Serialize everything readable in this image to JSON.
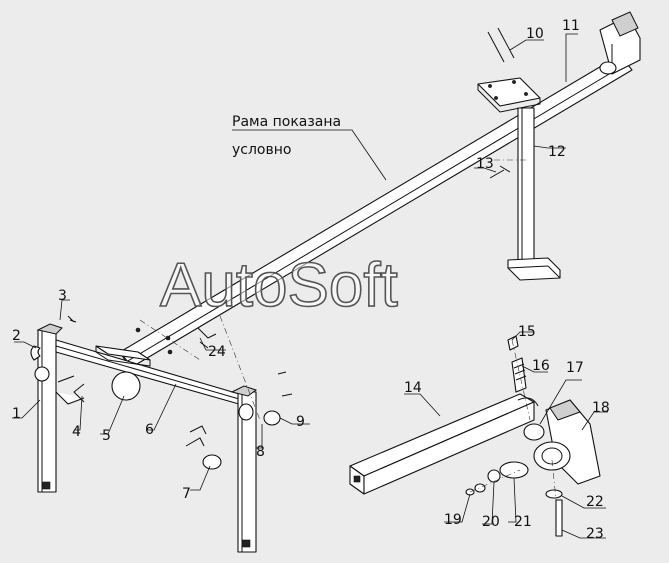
{
  "note": {
    "line1": "Рама показана",
    "line2": "условно"
  },
  "watermark": "AutoSoft",
  "callouts": [
    "1",
    "2",
    "3",
    "4",
    "5",
    "6",
    "7",
    "8",
    "9",
    "10",
    "11",
    "12",
    "13",
    "14",
    "15",
    "16",
    "17",
    "18",
    "19",
    "20",
    "21",
    "22",
    "23",
    "24"
  ]
}
